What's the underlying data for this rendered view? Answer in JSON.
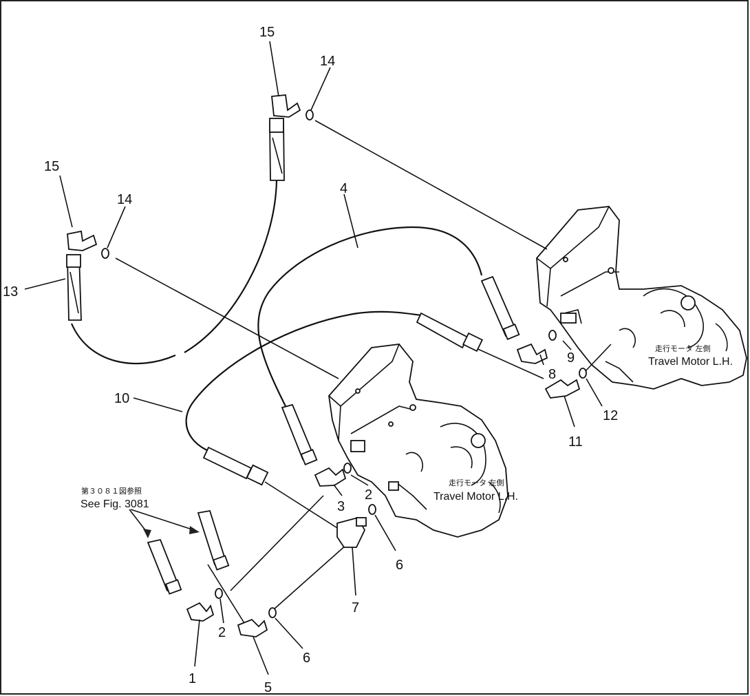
{
  "callouts": {
    "c1": "1",
    "c2a": "2",
    "c2b": "2",
    "c3": "3",
    "c4": "4",
    "c5": "5",
    "c6a": "6",
    "c6b": "6",
    "c7": "7",
    "c8": "8",
    "c9": "9",
    "c10": "10",
    "c11": "11",
    "c12": "12",
    "c13": "13",
    "c14a": "14",
    "c14b": "14",
    "c15a": "15",
    "c15b": "15"
  },
  "labels": {
    "motor_upper_jp": "走行モータ 左側",
    "motor_upper_en": "Travel Motor L.H.",
    "motor_lower_jp": "走行モータ 左側",
    "motor_lower_en": "Travel Motor L.H.",
    "see_fig_jp": "第３０８１図参照",
    "see_fig_en": "See Fig. 3081"
  }
}
